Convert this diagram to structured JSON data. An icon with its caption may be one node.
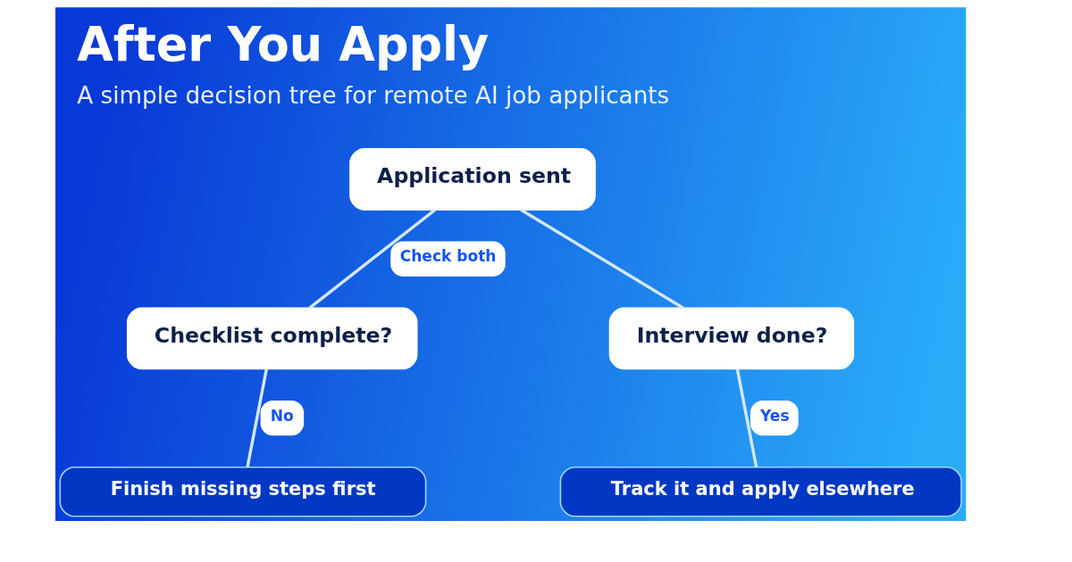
{
  "diagram": {
    "title": "After You Apply",
    "caption": "A simple decision tree for remote AI job applicants",
    "nodes": [
      {
        "text": [
          "Application sent"
        ]
      },
      {
        "text": [
          "Checklist complete?"
        ]
      },
      {
        "text": [
          "Interview done?"
        ]
      },
      {
        "text": [
          "Finish missing steps first"
        ]
      },
      {
        "text": [
          "Track it and apply elsewhere"
        ]
      }
    ],
    "edges": [
      {
        "from": 0,
        "to": 1,
        "arrow": "none",
        "label": "Check both"
      },
      {
        "from": 0,
        "to": 2,
        "arrow": "none"
      },
      {
        "from": 1,
        "to": 3,
        "arrow": "none",
        "label": "No"
      },
      {
        "from": 2,
        "to": 4,
        "arrow": "none",
        "label": "Yes"
      }
    ]
  }
}
